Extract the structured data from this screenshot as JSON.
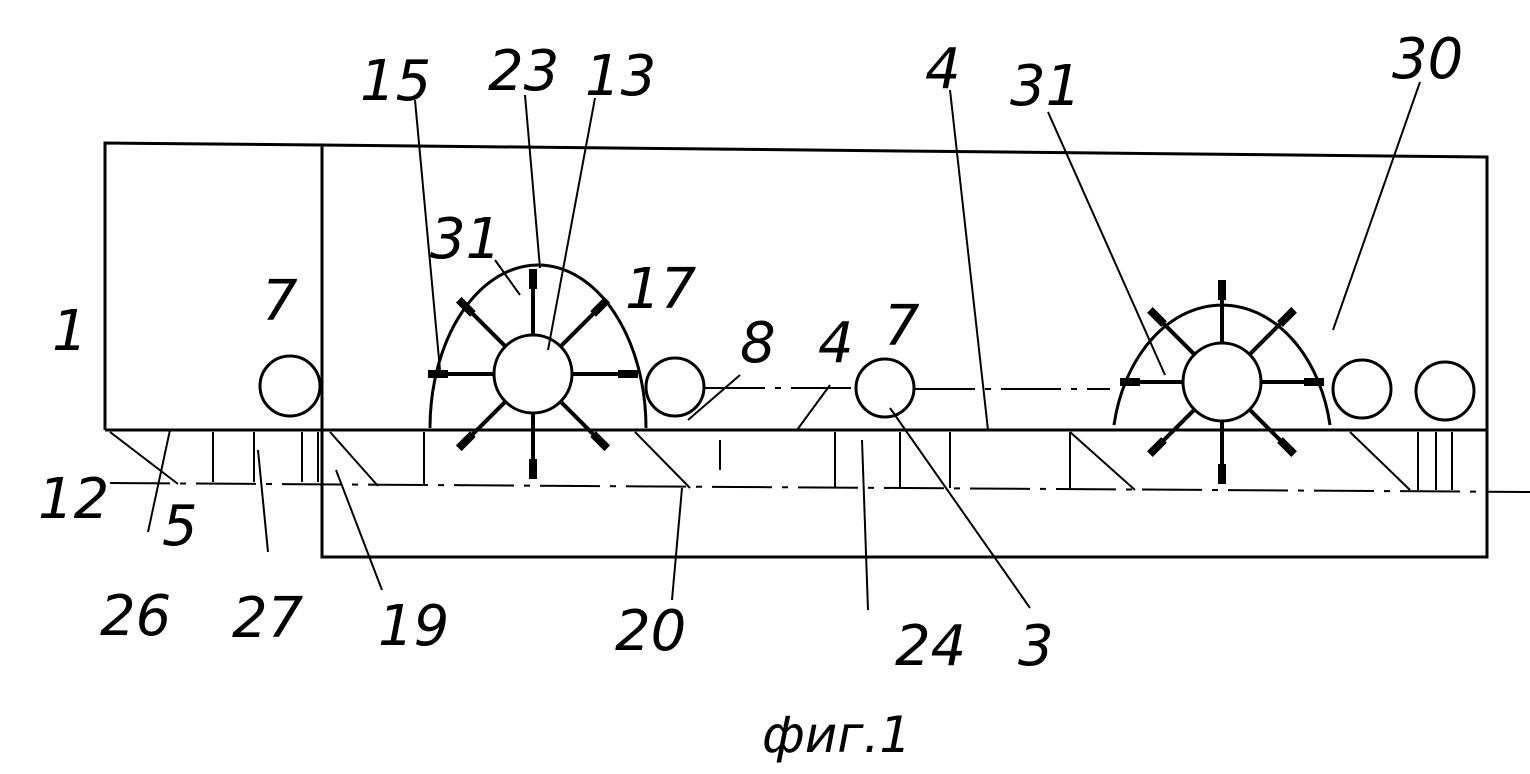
{
  "figure": {
    "caption": "фиг.1",
    "labels": [
      {
        "id": "1",
        "text": "1"
      },
      {
        "id": "7a",
        "text": "7"
      },
      {
        "id": "15",
        "text": "15"
      },
      {
        "id": "23",
        "text": "23"
      },
      {
        "id": "13",
        "text": "13"
      },
      {
        "id": "31a",
        "text": "31"
      },
      {
        "id": "17",
        "text": "17"
      },
      {
        "id": "8",
        "text": "8"
      },
      {
        "id": "4a",
        "text": "4"
      },
      {
        "id": "7b",
        "text": "7"
      },
      {
        "id": "4b",
        "text": "4"
      },
      {
        "id": "31b",
        "text": "31"
      },
      {
        "id": "30",
        "text": "30"
      },
      {
        "id": "12",
        "text": "12"
      },
      {
        "id": "5",
        "text": "5"
      },
      {
        "id": "26",
        "text": "26"
      },
      {
        "id": "27",
        "text": "27"
      },
      {
        "id": "19",
        "text": "19"
      },
      {
        "id": "20",
        "text": "20"
      },
      {
        "id": "24",
        "text": "24"
      },
      {
        "id": "3",
        "text": "3"
      }
    ]
  }
}
